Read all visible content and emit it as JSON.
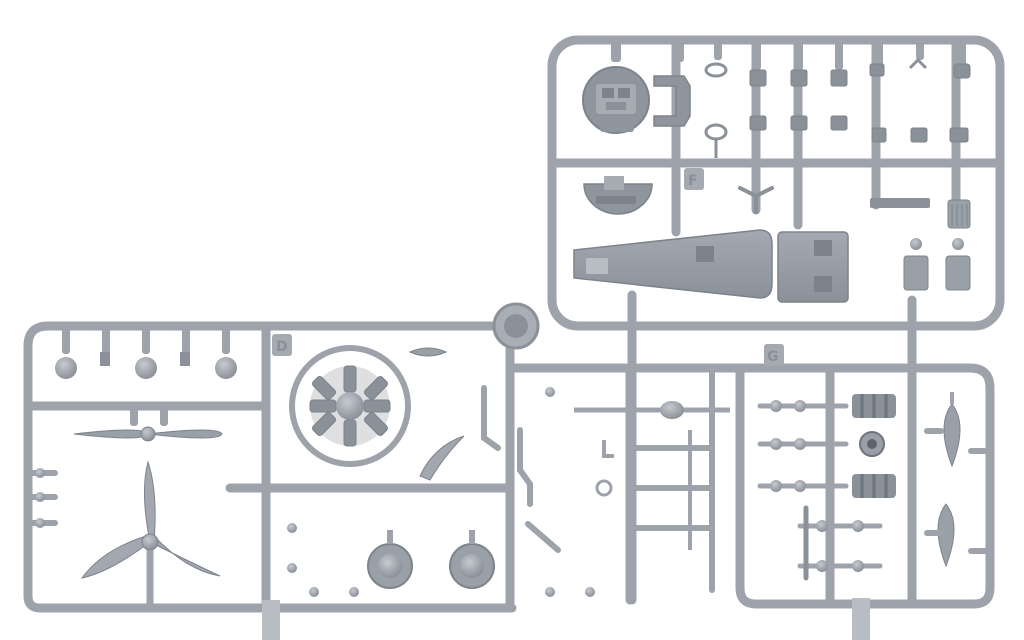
{
  "sprues": {
    "upper": {
      "letter": "F"
    },
    "lower_left": {
      "letter": "D"
    },
    "lower_right": {
      "letter": "G"
    }
  },
  "colors": {
    "plastic": "#9ea3ab",
    "plastic_dark": "#7d838c",
    "plastic_light": "#b8bcc3",
    "background": "#ffffff"
  }
}
